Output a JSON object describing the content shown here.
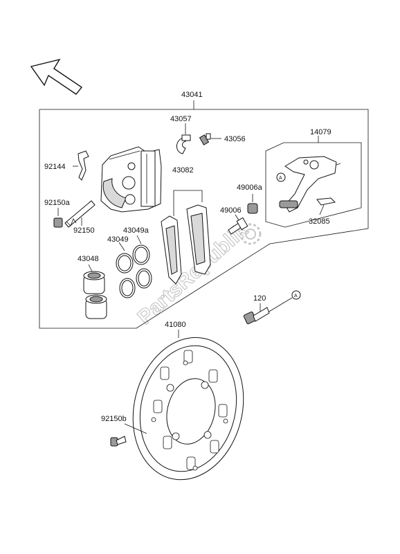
{
  "labels": {
    "p43041": "43041",
    "p43057": "43057",
    "p43056": "43056",
    "p14079": "14079",
    "p92144": "92144",
    "p43082": "43082",
    "p49006a": "49006a",
    "p92150a": "92150a",
    "p49006": "49006",
    "p32085": "32085",
    "p92150": "92150",
    "p43049a": "43049a",
    "p43049": "43049",
    "p43048": "43048",
    "p120": "120",
    "p41080": "41080",
    "p92150b": "92150b"
  },
  "markers": {
    "a1": "A",
    "a2": "A"
  },
  "watermark": "PartsRepublik",
  "icons": {
    "orientation": "arrow-up-left-icon"
  },
  "colors": {
    "line": "#111111",
    "watermark": "#c8c8c8",
    "background": "#ffffff"
  }
}
